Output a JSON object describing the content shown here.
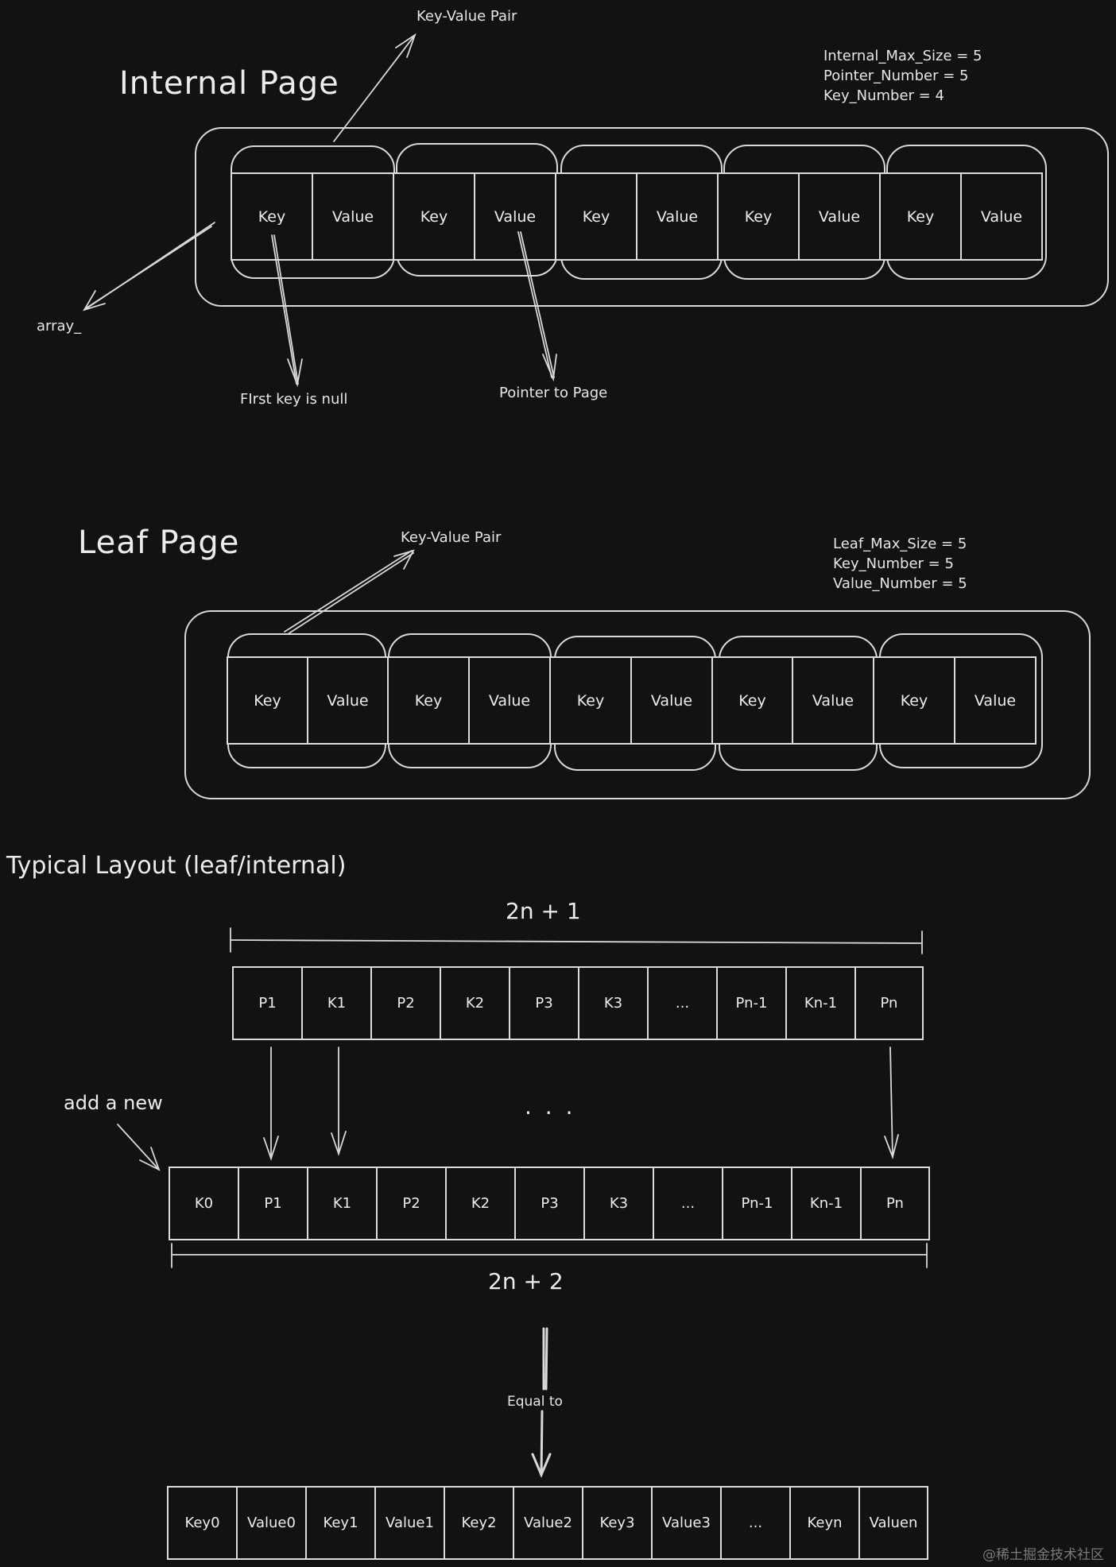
{
  "internal_page": {
    "title": "Internal Page",
    "kv_pair_label": "Key-Value Pair",
    "stats": [
      "Internal_Max_Size = 5",
      "Pointer_Number = 5",
      "Key_Number = 4"
    ],
    "array_label": "array_",
    "first_key_note": "FIrst key is null",
    "pointer_note": "Pointer to Page",
    "pairs": [
      {
        "key": "Key",
        "value": "Value"
      },
      {
        "key": "Key",
        "value": "Value"
      },
      {
        "key": "Key",
        "value": "Value"
      },
      {
        "key": "Key",
        "value": "Value"
      },
      {
        "key": "Key",
        "value": "Value"
      }
    ]
  },
  "leaf_page": {
    "title": "Leaf Page",
    "kv_pair_label": "Key-Value Pair",
    "stats": [
      "Leaf_Max_Size = 5",
      "Key_Number = 5",
      "Value_Number = 5"
    ],
    "pairs": [
      {
        "key": "Key",
        "value": "Value"
      },
      {
        "key": "Key",
        "value": "Value"
      },
      {
        "key": "Key",
        "value": "Value"
      },
      {
        "key": "Key",
        "value": "Value"
      },
      {
        "key": "Key",
        "value": "Value"
      }
    ]
  },
  "typical_layout": {
    "title": "Typical Layout (leaf/internal)",
    "top_span_label": "2n + 1",
    "top_row": [
      "P1",
      "K1",
      "P2",
      "K2",
      "P3",
      "K3",
      "...",
      "Pn-1",
      "Kn-1",
      "Pn"
    ],
    "ellipsis": ". . .",
    "add_label": "add a new",
    "middle_row": [
      "K0",
      "P1",
      "K1",
      "P2",
      "K2",
      "P3",
      "K3",
      "...",
      "Pn-1",
      "Kn-1",
      "Pn"
    ],
    "bottom_span_label": "2n + 2",
    "equal_label": "Equal to",
    "bottom_row": [
      "Key0",
      "Value0",
      "Key1",
      "Value1",
      "Key2",
      "Value2",
      "Key3",
      "Value3",
      "...",
      "Keyn",
      "Valuen"
    ]
  },
  "watermark": "@稀土掘金技术社区"
}
